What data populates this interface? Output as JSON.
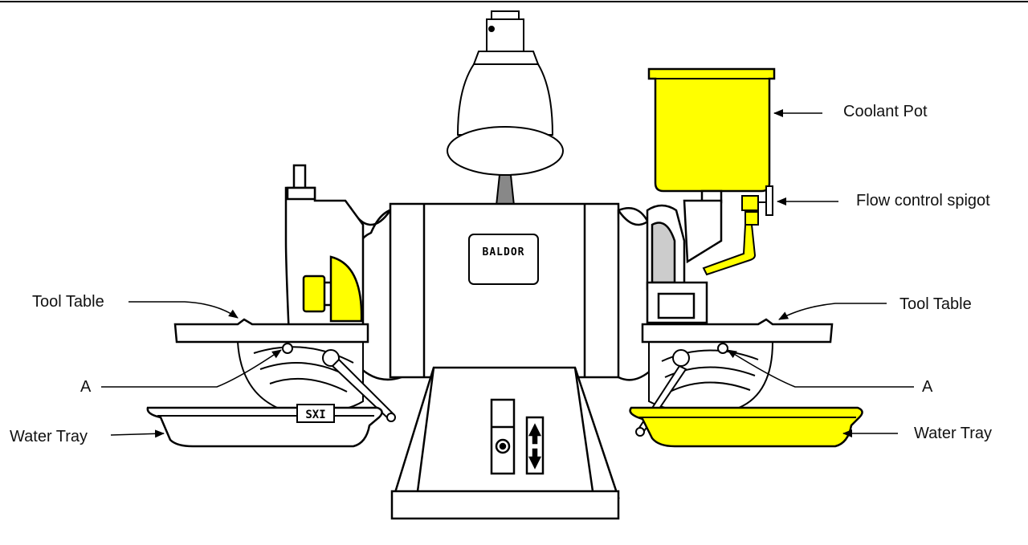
{
  "labels": {
    "coolant_pot": "Coolant Pot",
    "flow_control_spigot": "Flow control spigot",
    "tool_table_left": "Tool Table",
    "tool_table_right": "Tool Table",
    "a_left": "A",
    "a_right": "A",
    "water_tray_left": "Water Tray",
    "water_tray_right": "Water Tray"
  },
  "brand_plate": "BALDOR",
  "colors": {
    "highlight": "#ffff00",
    "line": "#000000",
    "background": "#ffffff"
  }
}
